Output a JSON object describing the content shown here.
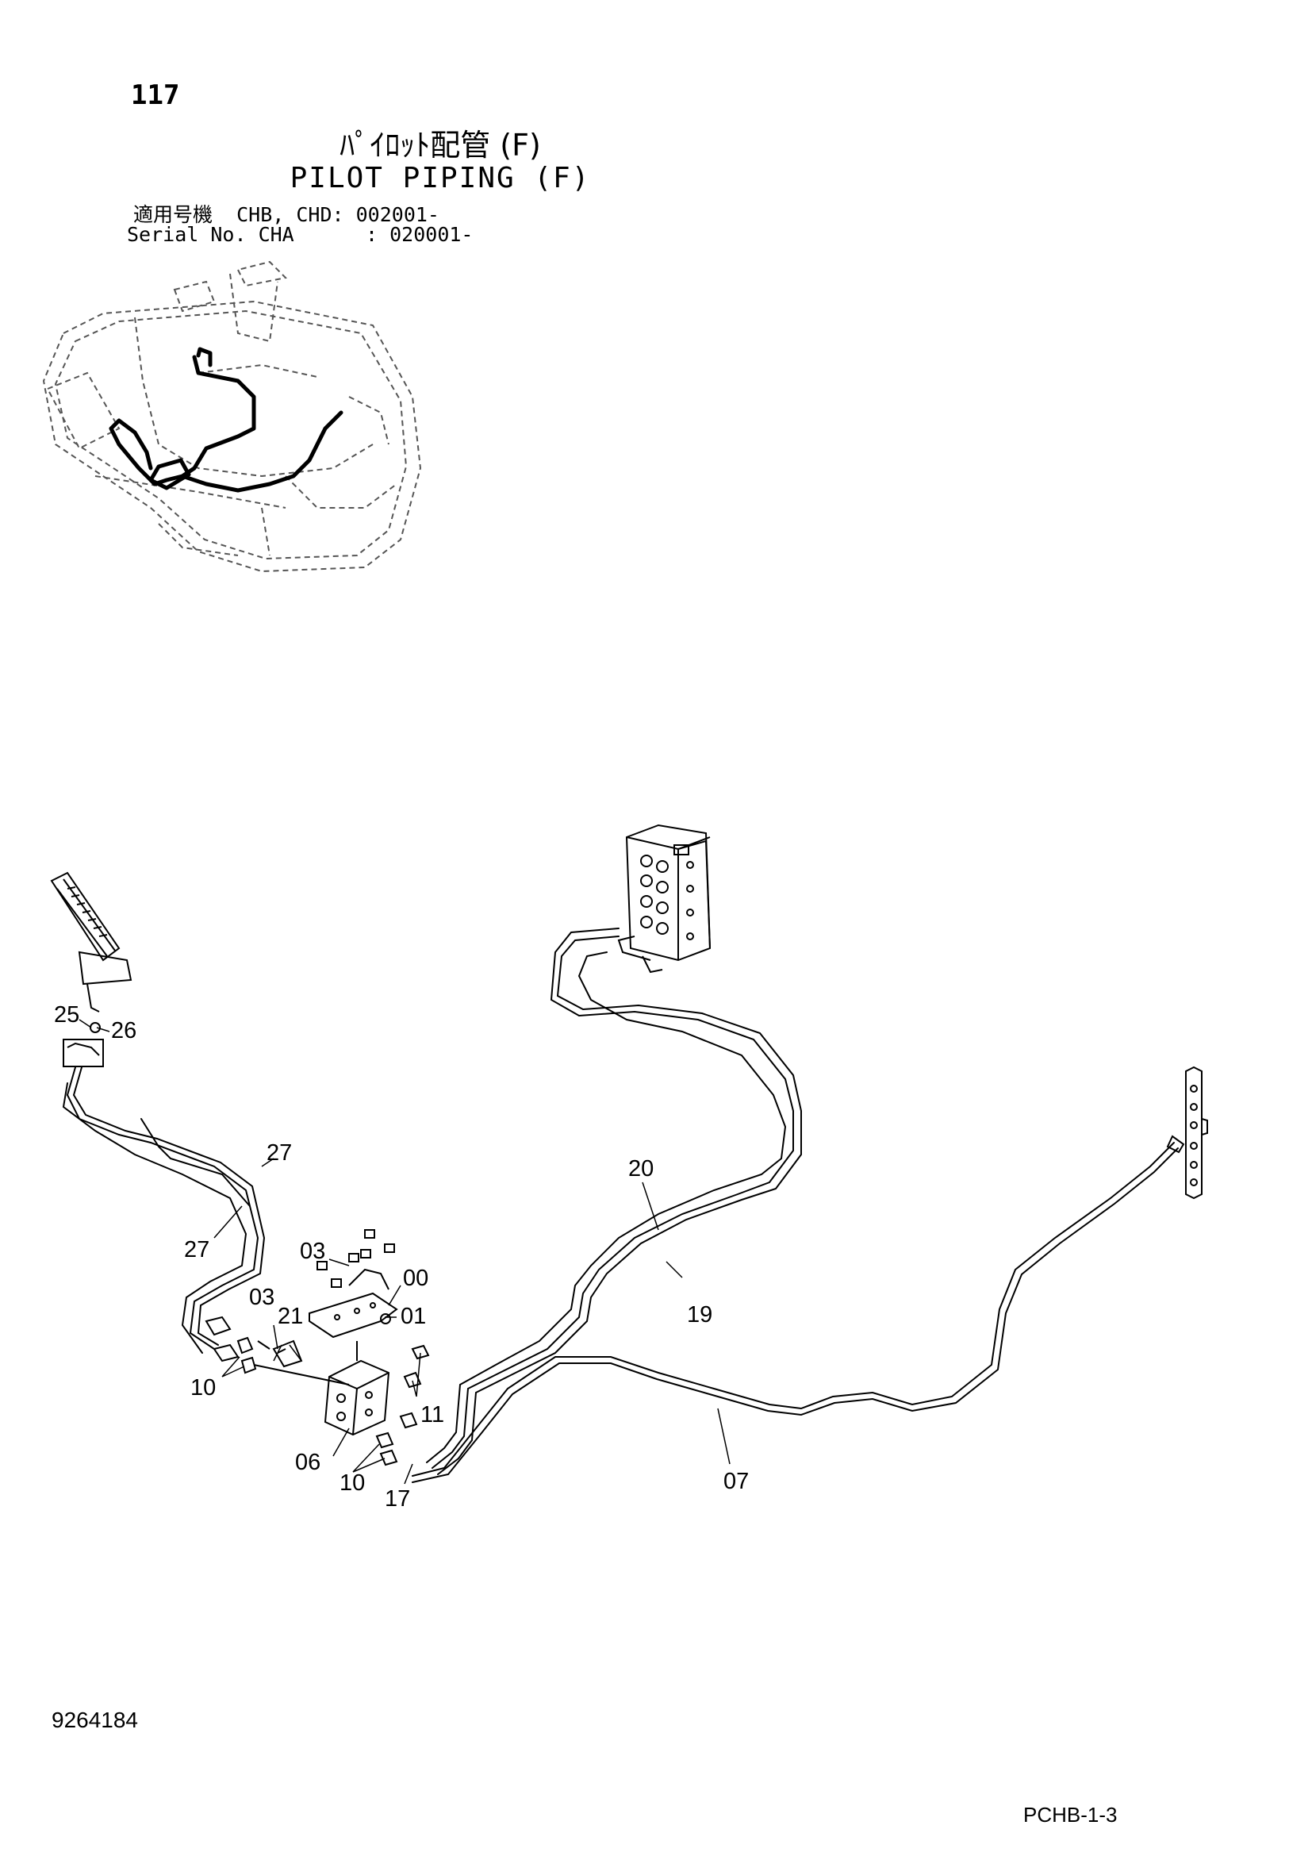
{
  "header": {
    "page_number": "117",
    "title_jp": "ﾊﾟｲﾛｯﾄ配管 (F)",
    "title_en": "PILOT PIPING (F)",
    "serial_lines": [
      "適用号機  CHB, CHD: 002001-",
      "Serial No. CHA      : 020001-"
    ]
  },
  "footer": {
    "doc_number": "9264184",
    "sheet_code": "PCHB-1-3"
  },
  "callouts": {
    "c25": "25",
    "c26": "26",
    "c27a": "27",
    "c27b": "27",
    "c20": "20",
    "c19": "19",
    "c03a": "03",
    "c00": "00",
    "c01": "01",
    "c03b": "03",
    "c21": "21",
    "c10a": "10",
    "c11": "11",
    "c06": "06",
    "c10b": "10",
    "c17": "17",
    "c07": "07"
  },
  "colors": {
    "line": "#000000",
    "hidden_line": "#555555"
  }
}
